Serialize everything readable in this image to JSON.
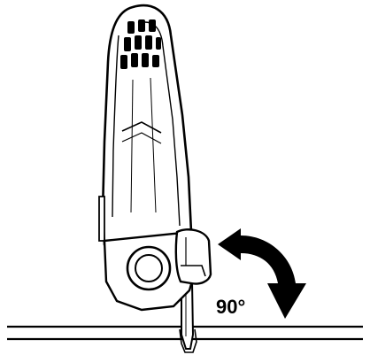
{
  "diagram": {
    "angle_label": "90°",
    "line_color": "#000000",
    "fill_color": "#ffffff",
    "icons": [
      "power-tool-body",
      "blade",
      "rotation-arrow"
    ]
  }
}
